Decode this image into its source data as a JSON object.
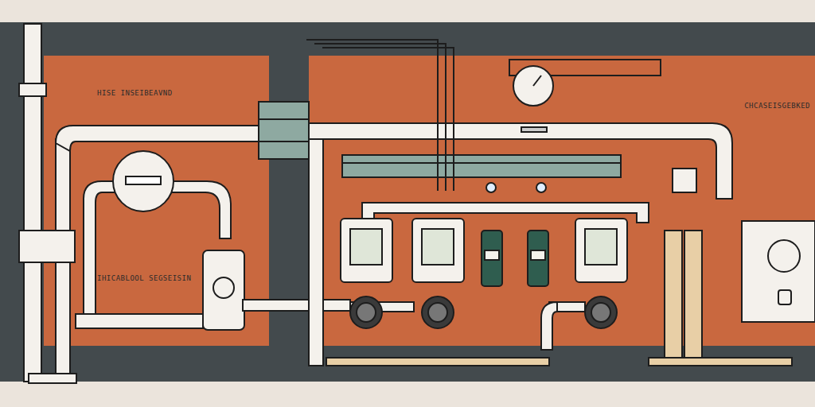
{
  "diagram": {
    "labels": [
      "HISE INSEIBEAVND",
      "CHCASEISGEBKED",
      "IHICABLOOL SEGSEISIN"
    ]
  }
}
